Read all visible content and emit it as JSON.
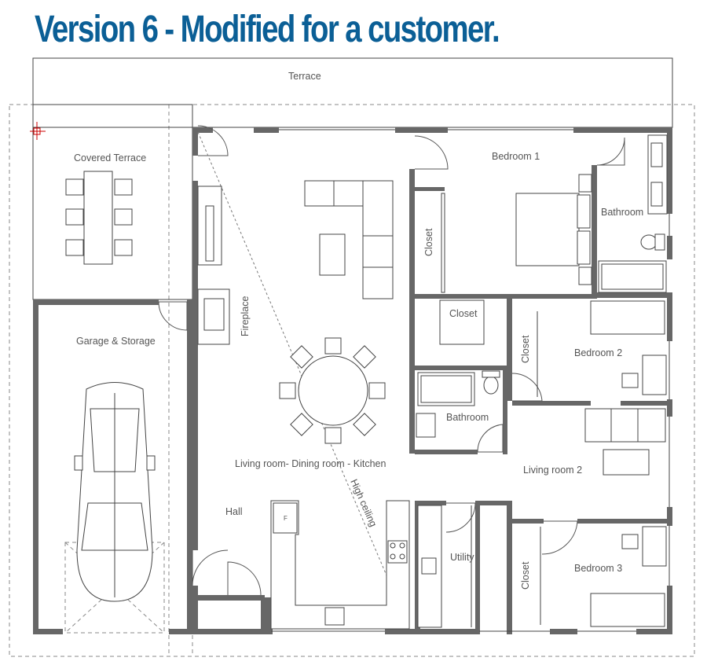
{
  "title": "Version 6 - Modified for a customer.",
  "labels": {
    "terrace": "Terrace",
    "covered_terrace": "Covered Terrace",
    "garage": "Garage & Storage",
    "fireplace": "Fireplace",
    "living_main": "Living room- Dining room - Kitchen",
    "high_ceiling": "High ceiling",
    "hall": "Hall",
    "bedroom1": "Bedroom 1",
    "bathroom1": "Bathroom",
    "closet_a": "Closet",
    "closet_b": "Closet",
    "closet_c": "Closet",
    "closet_d": "Closet",
    "bedroom2": "Bedroom 2",
    "bathroom2": "Bathroom",
    "living2": "Living room 2",
    "utility": "Utility",
    "bedroom3": "Bedroom 3",
    "fridge": "F"
  }
}
